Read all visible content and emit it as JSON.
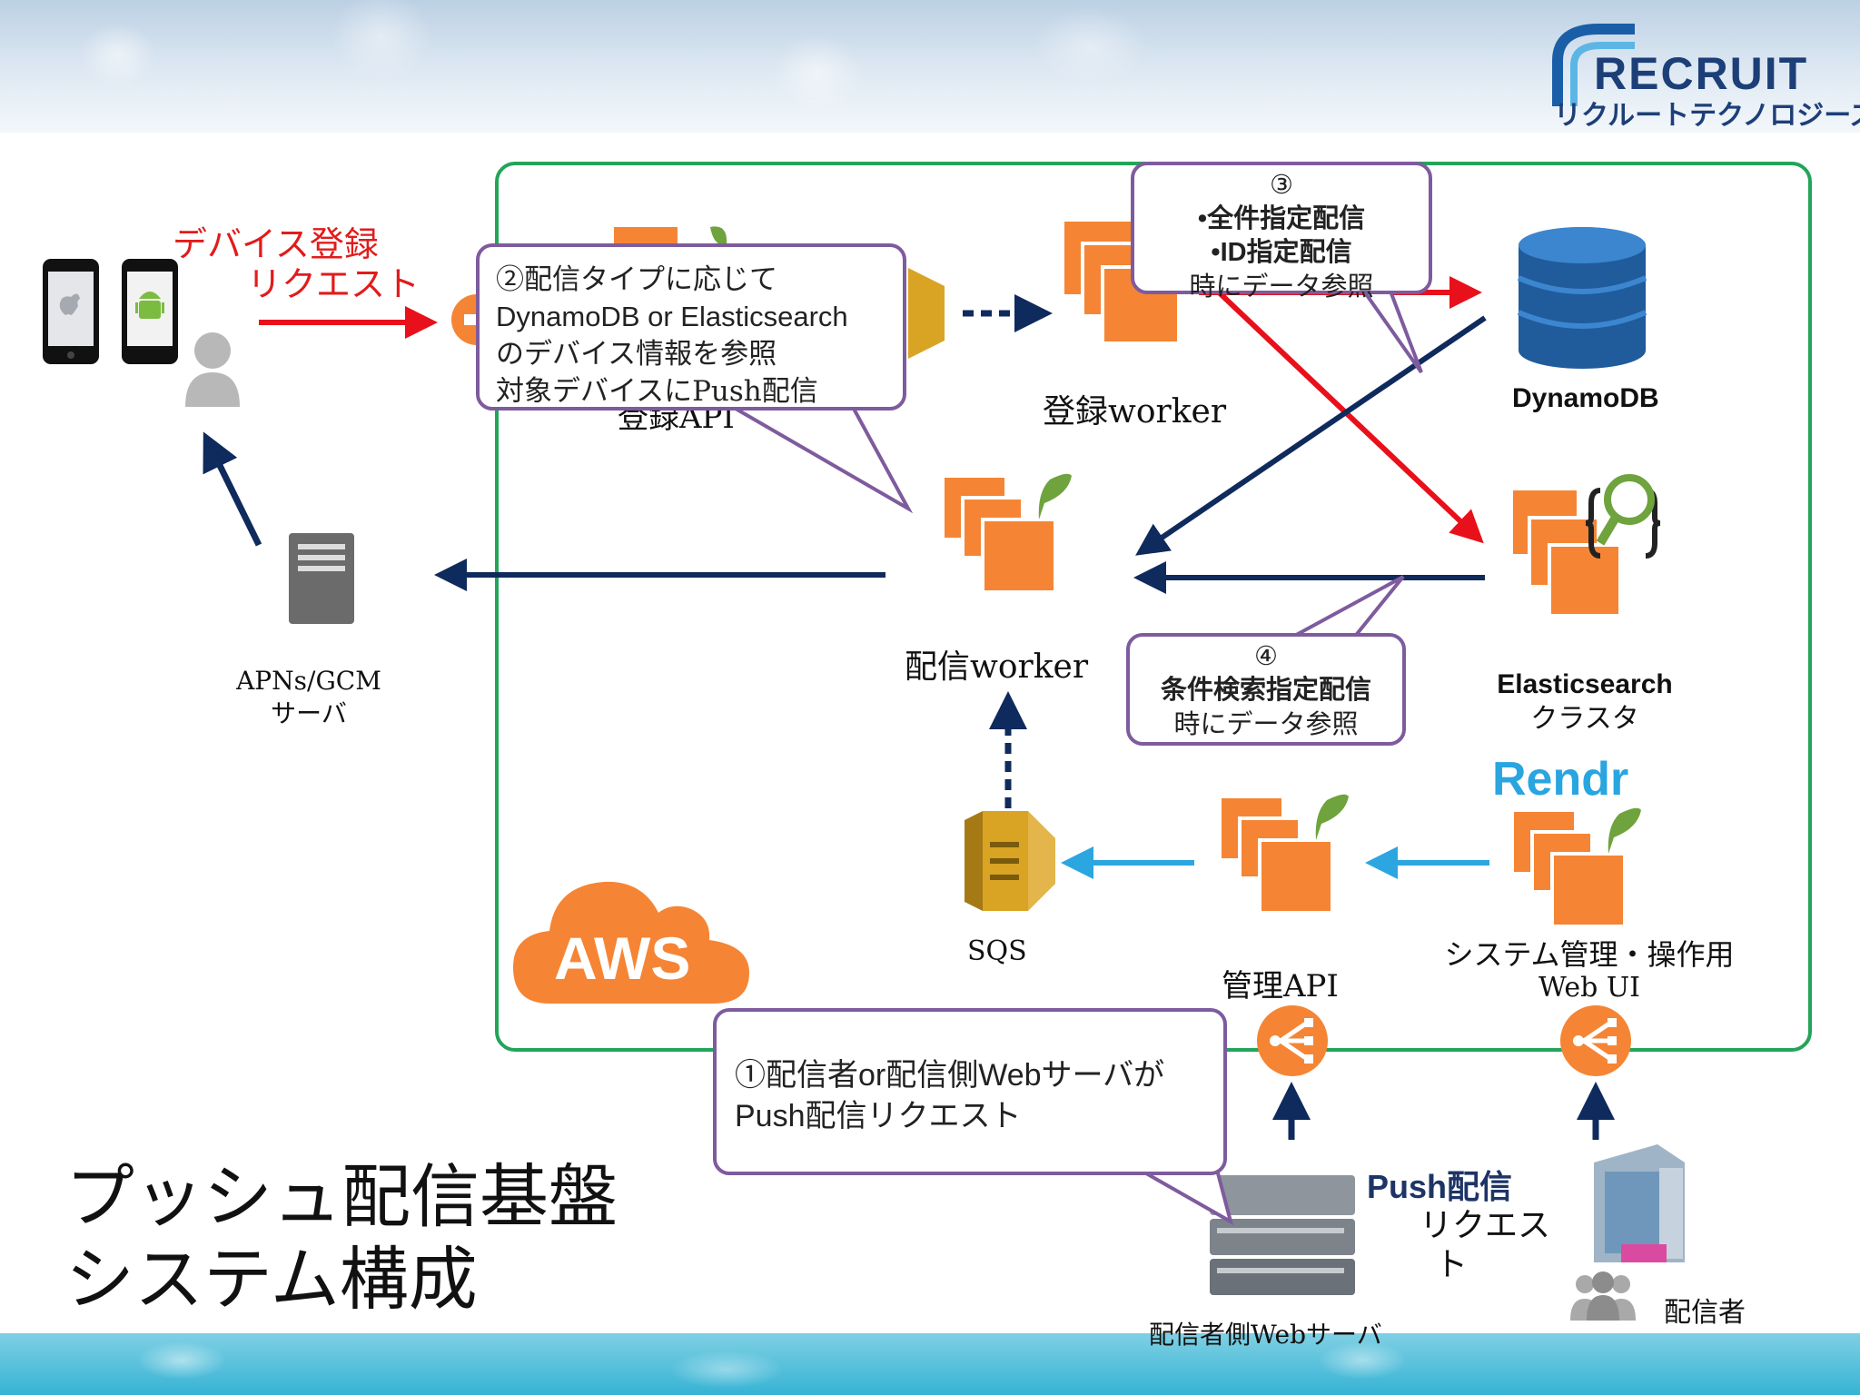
{
  "logo": {
    "brand": "RECRUIT",
    "subtitle": "リクルートテクノロジーズ"
  },
  "title": {
    "line1": "プッシュ配信基盤",
    "line2": "システム構成"
  },
  "device_request": {
    "line1": "デバイス登録",
    "line2": "リクエスト"
  },
  "apns": {
    "line1": "APNs/GCM",
    "line2": "サーバ"
  },
  "registration_api": {
    "label": "登録API"
  },
  "registration_worker": {
    "label": "登録worker"
  },
  "delivery_worker": {
    "label": "配信worker"
  },
  "dynamodb": {
    "label": "DynamoDB"
  },
  "elasticsearch": {
    "line1": "Elasticsearch",
    "line2": "クラスタ"
  },
  "sqs": {
    "label": "SQS"
  },
  "mgmt_api": {
    "label": "管理API"
  },
  "webui": {
    "brand": "Rendr",
    "line1": "システム管理・操作用",
    "line2": "Web UI"
  },
  "aws": {
    "label": "AWS"
  },
  "push_request": {
    "line1": "Push配信",
    "line2": "リクエス",
    "line3": "ト"
  },
  "sender_server": {
    "label": "配信者側Webサーバ"
  },
  "sender": {
    "label": "配信者"
  },
  "callout2": {
    "line1": "②配信タイプに応じて",
    "line2": "DynamoDB or Elasticsearch",
    "line3": "のデバイス情報を参照",
    "line4": "対象デバイスにPush配信"
  },
  "callout3": {
    "num": "③",
    "line1": "•全件指定配信",
    "line2": "•ID指定配信",
    "line3": "時にデータ参照"
  },
  "callout4": {
    "num": "④",
    "line1": "条件検索指定配信",
    "line2": "時にデータ参照"
  },
  "callout1": {
    "line1": "①配信者or配信側Webサーバが",
    "line2": "Push配信リクエスト"
  },
  "colors": {
    "aws_frame": "#23a45a",
    "callout_border": "#7e5b9e",
    "red_arrow": "#e8101a",
    "navy_arrow": "#0f2a5c",
    "cyan_arrow": "#2ba6e0",
    "aws_orange": "#f58534",
    "dynamo_blue": "#2e73b8",
    "sqs_gold": "#d9a324",
    "rendr_blue": "#29a5e0"
  }
}
